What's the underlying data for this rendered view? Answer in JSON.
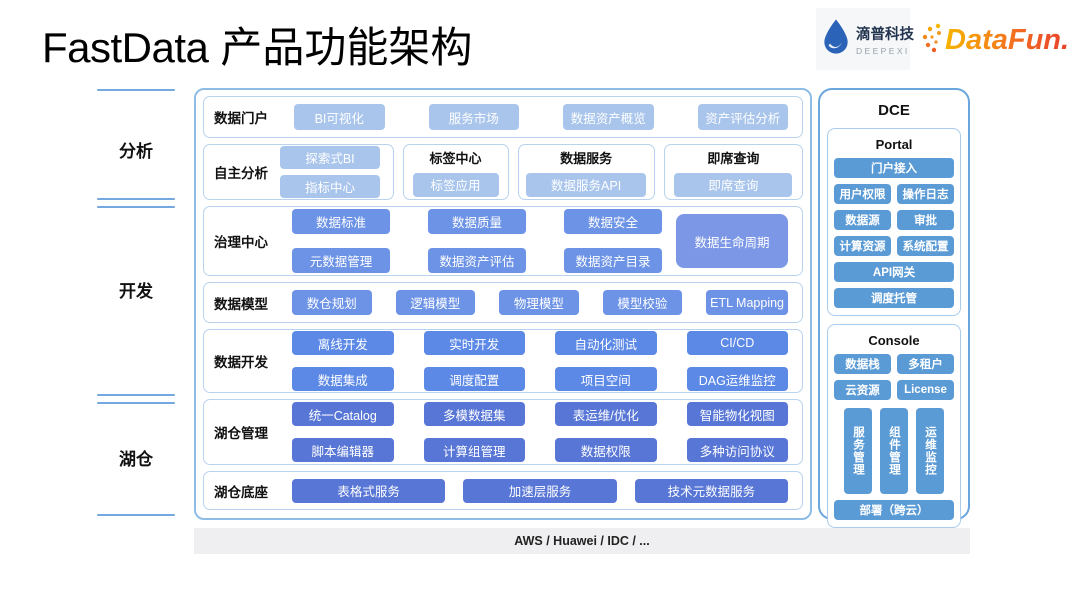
{
  "header": {
    "title_en": "FastData",
    "title_zh": "产品功能架构",
    "deepexi": {
      "name": "滴普科技",
      "sub": "DEEPEXI"
    },
    "datafun": {
      "text": "DataFun."
    }
  },
  "rail": {
    "labels": [
      "分析",
      "开发",
      "湖仓"
    ]
  },
  "rows": {
    "portal": {
      "label": "数据门户",
      "buttons": [
        "BI可视化",
        "服务市场",
        "数据资产概览",
        "资产评估分析"
      ]
    },
    "analysis": {
      "label": "自主分析",
      "buttons": [
        "探索式BI",
        "指标中心"
      ]
    },
    "tag": {
      "label": "标签中心",
      "buttons": [
        "标签应用"
      ]
    },
    "service": {
      "label": "数据服务",
      "buttons": [
        "数据服务API"
      ]
    },
    "adhoc": {
      "label": "即席查询",
      "buttons": [
        "即席查询"
      ]
    },
    "governance": {
      "label": "治理中心",
      "buttons": [
        "数据标准",
        "数据质量",
        "数据安全",
        "元数据管理",
        "数据资产评估",
        "数据资产目录"
      ],
      "tall": "数据生命周期"
    },
    "model": {
      "label": "数据模型",
      "buttons": [
        "数仓规划",
        "逻辑模型",
        "物理模型",
        "模型校验",
        "ETL Mapping"
      ]
    },
    "dev": {
      "label": "数据开发",
      "buttons": [
        "离线开发",
        "实时开发",
        "自动化测试",
        "CI/CD",
        "数据集成",
        "调度配置",
        "项目空间",
        "DAG运维监控"
      ]
    },
    "lake_mgmt": {
      "label": "湖仓管理",
      "buttons": [
        "统一Catalog",
        "多模数据集",
        "表运维/优化",
        "智能物化视图",
        "脚本编辑器",
        "计算组管理",
        "数据权限",
        "多种访问协议"
      ]
    },
    "lake_base": {
      "label": "湖仓底座",
      "buttons": [
        "表格式服务",
        "加速层服务",
        "技术元数据服务"
      ]
    }
  },
  "dce": {
    "title": "DCE",
    "portal": {
      "title": "Portal",
      "buttons": [
        "门户接入",
        "用户权限",
        "操作日志",
        "数据源",
        "审批",
        "计算资源",
        "系统配置",
        "API网关",
        "调度托管"
      ]
    },
    "console": {
      "title": "Console",
      "buttons": [
        "数据栈",
        "多租户",
        "云资源",
        "License"
      ],
      "vertical_buttons": [
        "服务管理",
        "组件管理",
        "运维监控"
      ],
      "deploy": "部署（跨云）"
    }
  },
  "footer": {
    "text": "AWS / Huawei / IDC / ..."
  },
  "colors": {
    "light_button": "#a9c5ec",
    "governance_button": "#6d93e6",
    "lifecycle_button": "#7b97e6",
    "dev_button": "#5d89e6",
    "lake_button": "#5876d6",
    "dce_button": "#5b9bd5",
    "panel_border": "#8fbce6",
    "rail_line": "#74a9e0",
    "datafun_gradient_start": "#f7b500",
    "datafun_gradient_end": "#e8402a",
    "deepexi_blue": "#2a63b8",
    "footer_bg": "#efeff1"
  }
}
